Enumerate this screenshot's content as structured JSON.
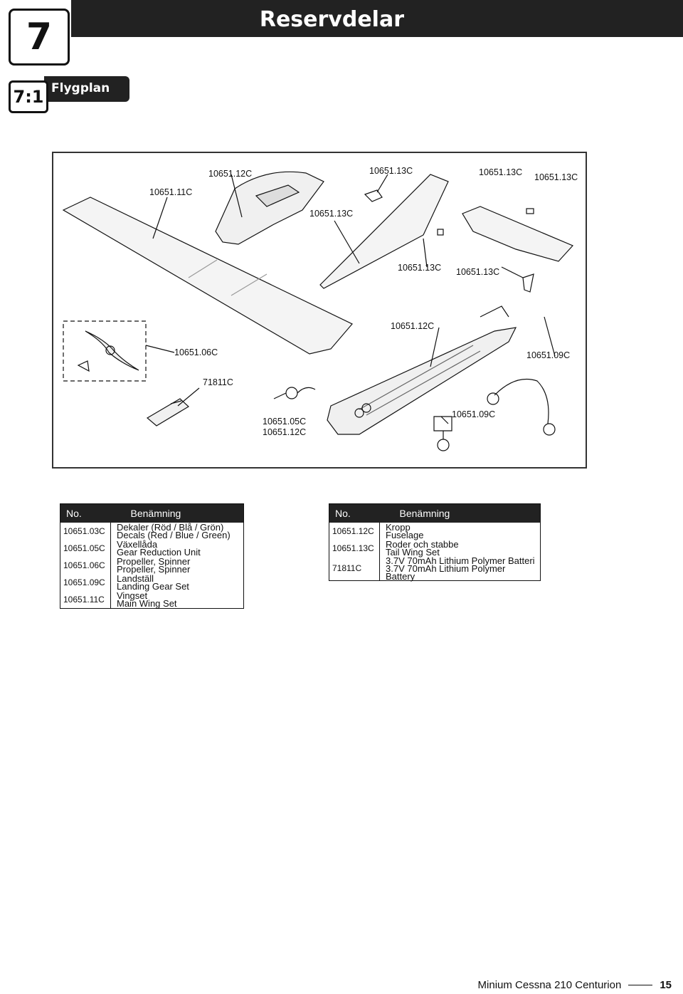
{
  "chapter": {
    "number": "7",
    "title": "Reservdelar"
  },
  "section": {
    "number": "7:1",
    "title": "Flygplan"
  },
  "diagram": {
    "callouts": [
      {
        "id": "c1",
        "text": "10651.11C"
      },
      {
        "id": "c2",
        "text": "10651.12C"
      },
      {
        "id": "c3",
        "text": "10651.13C"
      },
      {
        "id": "c4",
        "text": "10651.13C"
      },
      {
        "id": "c5",
        "text": "10651.13C"
      },
      {
        "id": "c6",
        "text": "10651.13C"
      },
      {
        "id": "c7",
        "text": "10651.13C"
      },
      {
        "id": "c8",
        "text": "10651.13C"
      },
      {
        "id": "c9",
        "text": "10651.12C"
      },
      {
        "id": "c10",
        "text": "10651.06C"
      },
      {
        "id": "c11",
        "text": "10651.09C"
      },
      {
        "id": "c12",
        "text": "71811C"
      },
      {
        "id": "c13",
        "text": "10651.05C"
      },
      {
        "id": "c14",
        "text": "10651.12C"
      },
      {
        "id": "c15",
        "text": "10651.09C"
      }
    ]
  },
  "table_left": {
    "headers": [
      "No.",
      "Benämning"
    ],
    "rows": [
      {
        "no": "10651.03C",
        "sv": "Dekaler (Röd / Blå / Grön)",
        "en": "Decals (Red / Blue / Green)"
      },
      {
        "no": "10651.05C",
        "sv": "Växellåda",
        "en": "Gear Reduction Unit"
      },
      {
        "no": "10651.06C",
        "sv": "Propeller, Spinner",
        "en": "Propeller, Spinner"
      },
      {
        "no": "10651.09C",
        "sv": "Landställ",
        "en": "Landing Gear Set"
      },
      {
        "no": "10651.11C",
        "sv": "Vingset",
        "en": "Main Wing Set"
      }
    ]
  },
  "table_right": {
    "headers": [
      "No.",
      "Benämning"
    ],
    "rows": [
      {
        "no": "10651.12C",
        "sv": "Kropp",
        "en": "Fuselage"
      },
      {
        "no": "10651.13C",
        "sv": "Roder och stabbe",
        "en": "Tail Wing Set"
      },
      {
        "no": "71811C",
        "sv": "3.7V 70mAh Lithium Polymer Batteri",
        "en": "3.7V 70mAh Lithium Polymer Battery"
      }
    ]
  },
  "footer": {
    "product": "Minium Cessna 210 Centurion",
    "page": "15"
  }
}
